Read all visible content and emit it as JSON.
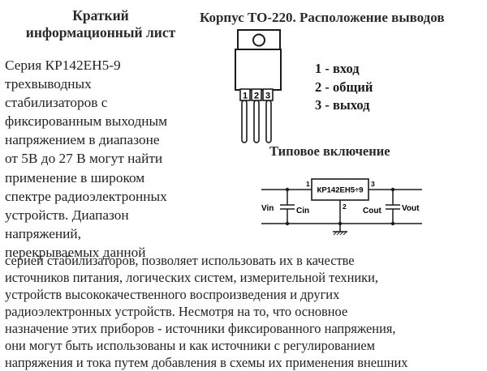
{
  "header": {
    "left_title_lines": [
      "Краткий",
      "информационный лист"
    ],
    "right_title": "Корпус ТО-220. Расположение выводов"
  },
  "package": {
    "pin_numbers": [
      "1",
      "2",
      "3"
    ],
    "pin_assignments": [
      "1 - вход",
      "2 - общий",
      "3 - выход"
    ]
  },
  "circuit": {
    "title": "Типовое включение",
    "ic_label": "КР142ЕН5÷9",
    "pin_labels": [
      "1",
      "2",
      "3"
    ],
    "labels": {
      "vin": "Vin",
      "cin": "Cin",
      "cout": "Cout",
      "vout": "Vout"
    }
  },
  "body_text": {
    "narrow_lines": [
      "Серия КР142ЕН5-9",
      "трехвыводных",
      "стабилизаторов с",
      "фиксированным выходным",
      "напряжением в диапазоне",
      "от 5В до 27 В могут найти",
      "применение в широком",
      "спектре радиоэлектронных",
      "устройств. Диапазон",
      "напряжений,",
      "перекрываемых данной"
    ],
    "wide_lines": [
      "серией стабилизаторов, позволяет использовать их в качестве",
      "источников питания, логических систем, измерительной техники,",
      "устройств высококачественного воспроизведения и других",
      "радиоэлектронных устройств. Несмотря на то, что основное",
      "назначение этих приборов - источники фиксированного напряжения,",
      "они могут быть использованы и как источники с регулированием",
      "напряжения и тока путем добавления в схемы их применения внешних"
    ]
  }
}
